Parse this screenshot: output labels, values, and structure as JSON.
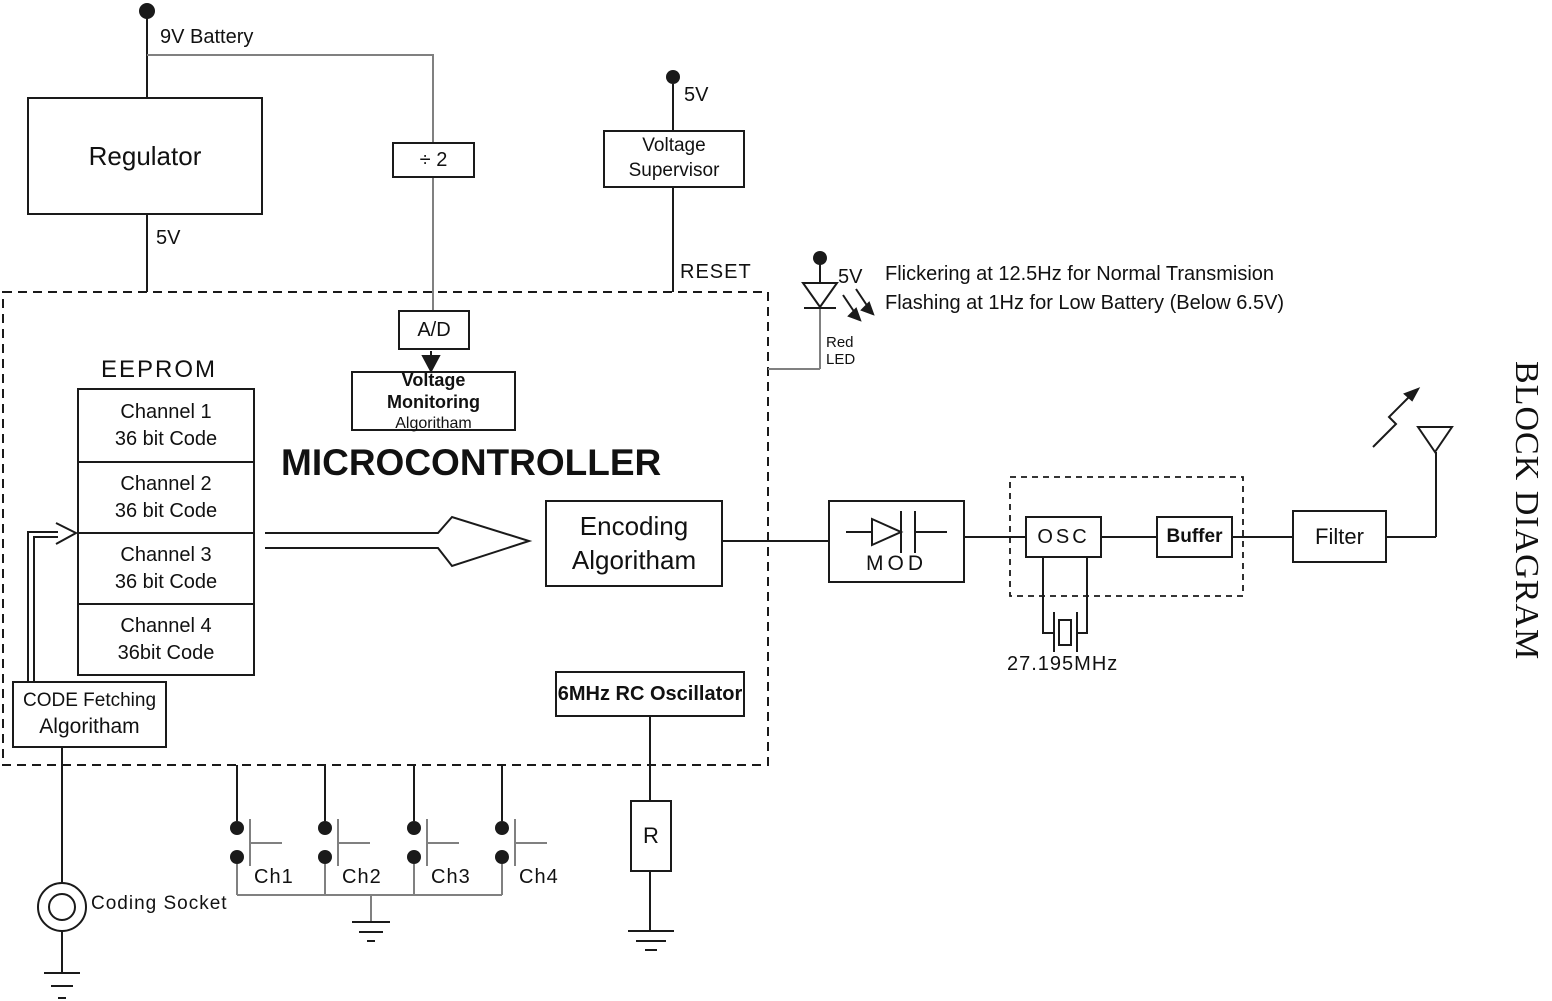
{
  "colors": {
    "ink": "#1a1a1a",
    "wire_gray": "#808080",
    "background": "#ffffff"
  },
  "side_title": "BLOCK DIAGRAM",
  "power": {
    "battery_label": "9V Battery",
    "regulator_label": "Regulator",
    "regulator_out": "5V",
    "divider_label": "÷ 2"
  },
  "supervisor": {
    "rail": "5V",
    "line1": "Voltage",
    "line2": "Supervisor",
    "reset_label": "RESET"
  },
  "mcu": {
    "title": "MICROCONTROLLER",
    "adc_label": "A/D",
    "vmon": {
      "line1": "Voltage Monitoring",
      "line2": "Algoritham"
    },
    "eeprom": {
      "title": "EEPROM",
      "rows": [
        {
          "line1": "Channel 1",
          "line2": "36 bit Code"
        },
        {
          "line1": "Channel 2",
          "line2": "36 bit Code"
        },
        {
          "line1": "Channel 3",
          "line2": "36 bit Code"
        },
        {
          "line1": "Channel 4",
          "line2": "36bit Code"
        }
      ]
    },
    "code_fetch": {
      "line1": "CODE Fetching",
      "line2": "Algoritham"
    },
    "encoding": {
      "line1": "Encoding",
      "line2": "Algoritham"
    },
    "rc_osc": "6MHz RC Oscillator"
  },
  "led": {
    "rail": "5V",
    "line1": "Red",
    "line2": "LED",
    "note1": "Flickering at 12.5Hz for Normal Transmision",
    "note2": "Flashing at 1Hz for Low Battery (Below 6.5V)"
  },
  "rf": {
    "mod": "MOD",
    "osc": "OSC",
    "buffer": "Buffer",
    "filter": "Filter",
    "crystal": "27.195MHz"
  },
  "io": {
    "resistor": "R",
    "channels": [
      "Ch1",
      "Ch2",
      "Ch3",
      "Ch4"
    ],
    "coding_socket": "Coding Socket"
  }
}
